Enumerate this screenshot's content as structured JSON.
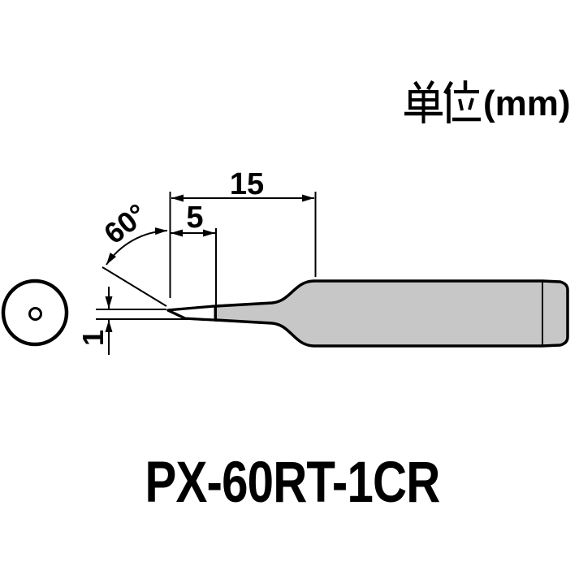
{
  "title": {
    "unit_kanji": "単位",
    "unit_suffix": "(mm)"
  },
  "dimensions": {
    "total_length": "15",
    "bevel_length": "5",
    "bevel_angle": "60°",
    "tip_thickness": "1"
  },
  "part_number": "PX-60RT-1CR",
  "colors": {
    "line": "#000000",
    "metal_fill": "#c7c7c7",
    "background": "#ffffff"
  }
}
